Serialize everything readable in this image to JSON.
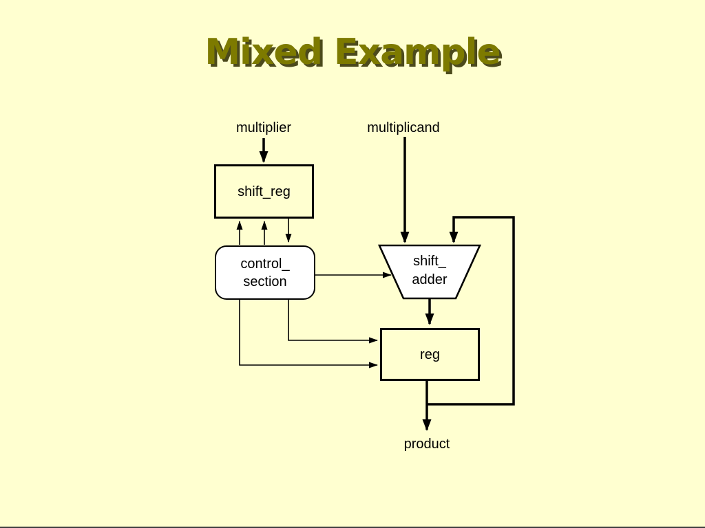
{
  "slide": {
    "title": "Mixed Example"
  },
  "colors": {
    "background": "#ffffd0",
    "title": "#7d7a00",
    "title_shadow": "#4c4a1c",
    "line": "#000000",
    "white_block_fill": "#ffffff"
  },
  "diagram": {
    "multiplier_label": "multiplier",
    "multiplicand_label": "multiplicand",
    "product_label": "product",
    "shift_reg_label": "shift_reg",
    "control_section_line1": "control_",
    "control_section_line2": "section",
    "shift_adder_line1": "shift_",
    "shift_adder_line2": "adder",
    "reg_label": "reg"
  }
}
